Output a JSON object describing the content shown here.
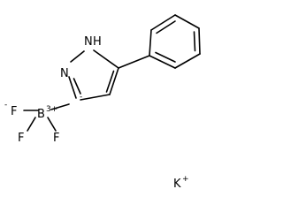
{
  "molecule": {
    "atoms": {
      "nh": "N",
      "nh_h": "H",
      "n": "N",
      "b": "B",
      "b_charge": "3+",
      "c_minus": "-",
      "f_left_charge": "-",
      "f_left": "F",
      "f_bottom_left": "F",
      "f_bottom_right": "F",
      "k": "K",
      "k_charge": "+"
    }
  }
}
